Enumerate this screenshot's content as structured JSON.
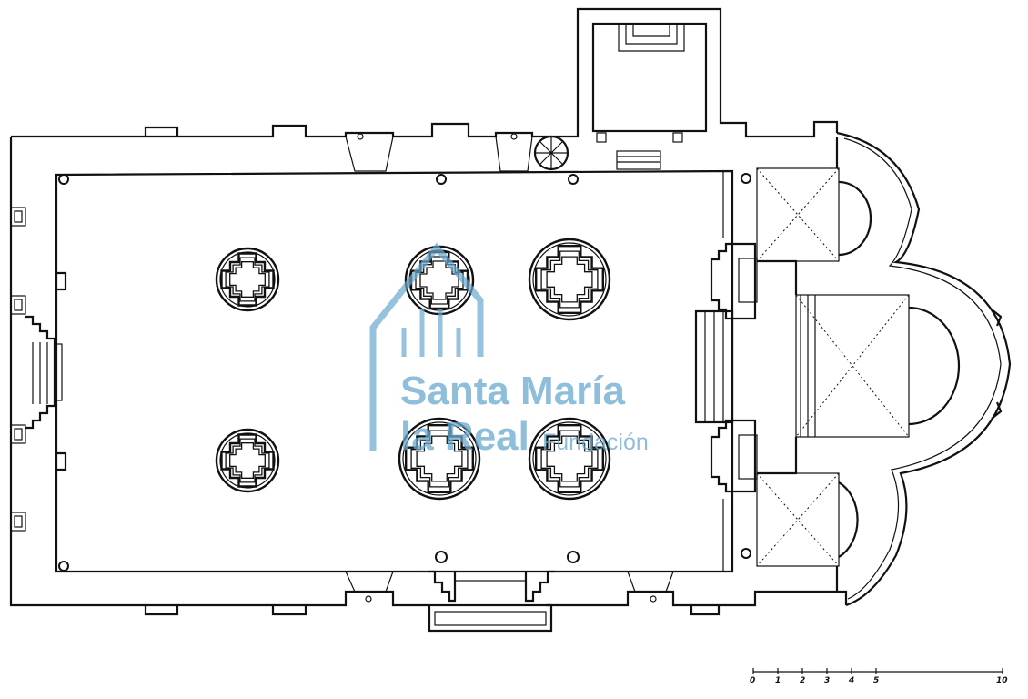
{
  "watermark": {
    "line1": "Santa María",
    "line2": "la Real",
    "line3": "Fundación",
    "color": "#6aa9cf",
    "icon": "church-outline-icon"
  },
  "scale_bar": {
    "labels": [
      "0",
      "1",
      "2",
      "3",
      "4",
      "5",
      "10"
    ]
  }
}
